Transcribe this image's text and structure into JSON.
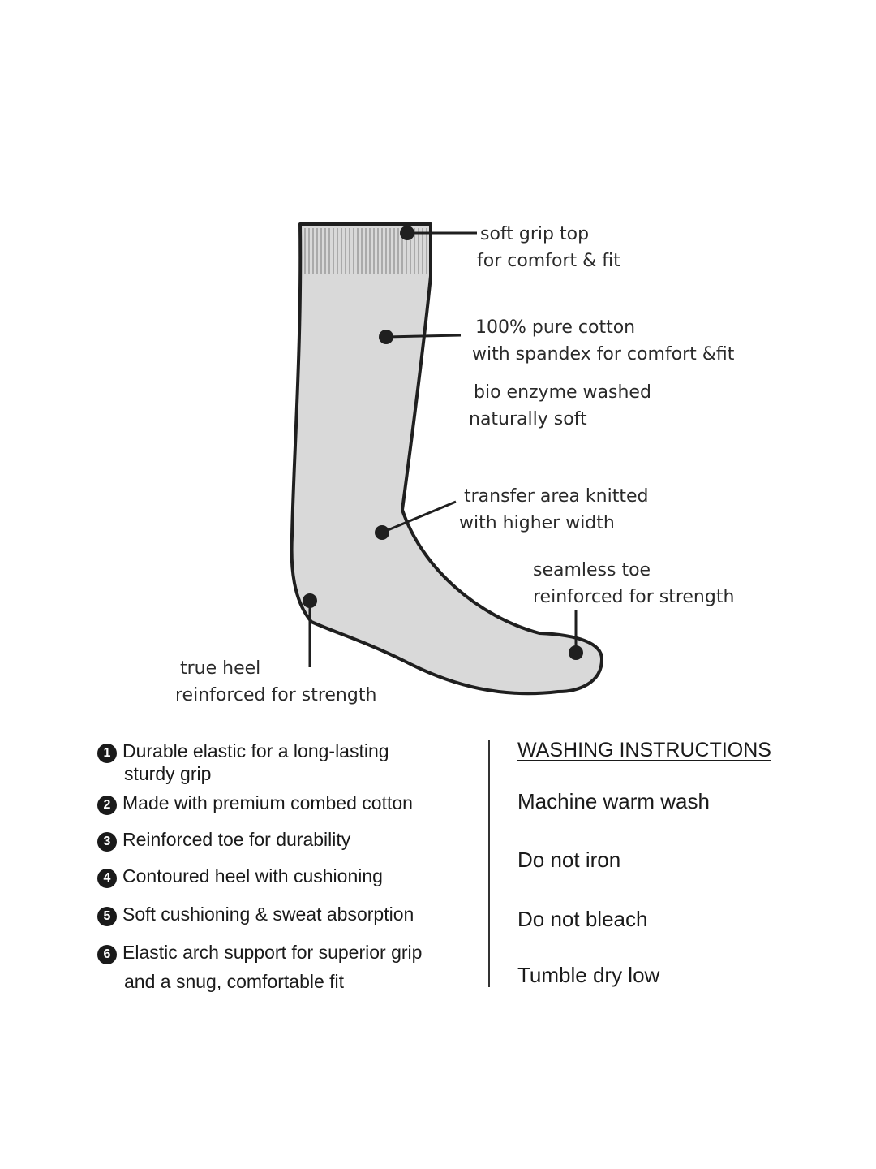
{
  "callouts": {
    "soft_grip": [
      "soft grip top",
      "for comfort & fit"
    ],
    "cotton": [
      "100% pure cotton",
      "with spandex for comfort &fit"
    ],
    "enzyme": [
      "bio enzyme washed",
      "naturally soft"
    ],
    "transfer": [
      "transfer area knitted",
      "with higher width"
    ],
    "toe": [
      "seamless toe",
      "reinforced for strength"
    ],
    "heel": [
      "true heel",
      "reinforced for strength"
    ]
  },
  "features": [
    {
      "num": "1",
      "line1": "Durable elastic for a long-lasting",
      "line2": "sturdy grip"
    },
    {
      "num": "2",
      "line1": "Made with premium combed cotton",
      "line2": ""
    },
    {
      "num": "3",
      "line1": "Reinforced toe for durability",
      "line2": ""
    },
    {
      "num": "4",
      "line1": "Contoured heel with cushioning",
      "line2": ""
    },
    {
      "num": "5",
      "line1": "Soft cushioning & sweat absorption",
      "line2": ""
    },
    {
      "num": "6",
      "line1": "Elastic arch support for superior grip",
      "line2": "and a snug, comfortable fit"
    }
  ],
  "washing": {
    "title": "WASHING INSTRUCTIONS",
    "items": [
      "Machine warm wash",
      "Do not iron",
      "Do not bleach",
      "Tumble dry low"
    ]
  },
  "colors": {
    "sock_fill": "#d9d9d9",
    "outline": "#1f1f1f"
  }
}
